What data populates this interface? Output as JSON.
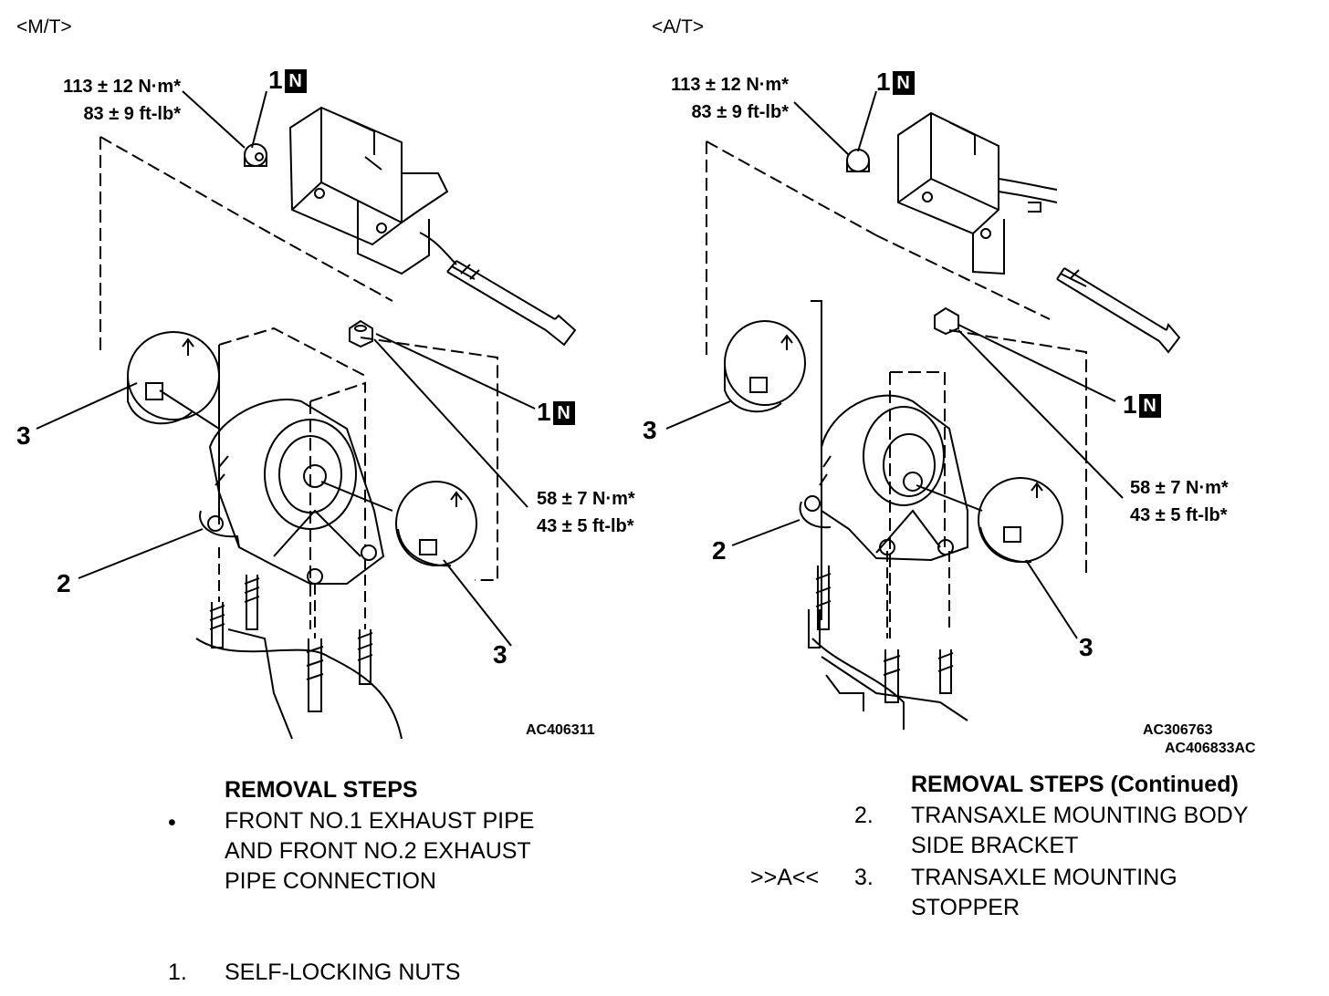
{
  "headers": {
    "mt": "<M/T>",
    "at": "<A/T>"
  },
  "specs": {
    "mt_nut_torque": [
      "113 ± 12 N·m*",
      "83 ± 9 ft-lb*"
    ],
    "mt_bolt_torque": [
      "58 ± 7 N·m*",
      "43 ± 5 ft-lb*"
    ],
    "at_nut_torque": [
      "113 ± 12 N·m*",
      "83 ± 9 ft-lb*"
    ],
    "at_bolt_torque": [
      "58 ± 7 N·m*",
      "43 ± 5 ft-lb*"
    ]
  },
  "callouts": {
    "one": "1",
    "two": "2",
    "three": "3",
    "new_part_badge": "N"
  },
  "figure_codes": {
    "mt": "AC406311",
    "at_a": "AC306763",
    "at_b": "AC406833AC"
  },
  "removal_left": {
    "title": "REMOVAL STEPS",
    "bullet": "•",
    "bullet_text": [
      "FRONT NO.1 EXHAUST PIPE",
      "AND FRONT NO.2 EXHAUST",
      "PIPE CONNECTION"
    ],
    "step1_num": "1.",
    "step1_text": "SELF-LOCKING NUTS"
  },
  "removal_right": {
    "title": "REMOVAL STEPS (Continued)",
    "step2_num": "2.",
    "step2_text": [
      "TRANSAXLE MOUNTING BODY",
      "SIDE BRACKET"
    ],
    "step3_ref": ">>A<<",
    "step3_num": "3.",
    "step3_text": [
      "TRANSAXLE MOUNTING",
      "STOPPER"
    ]
  }
}
